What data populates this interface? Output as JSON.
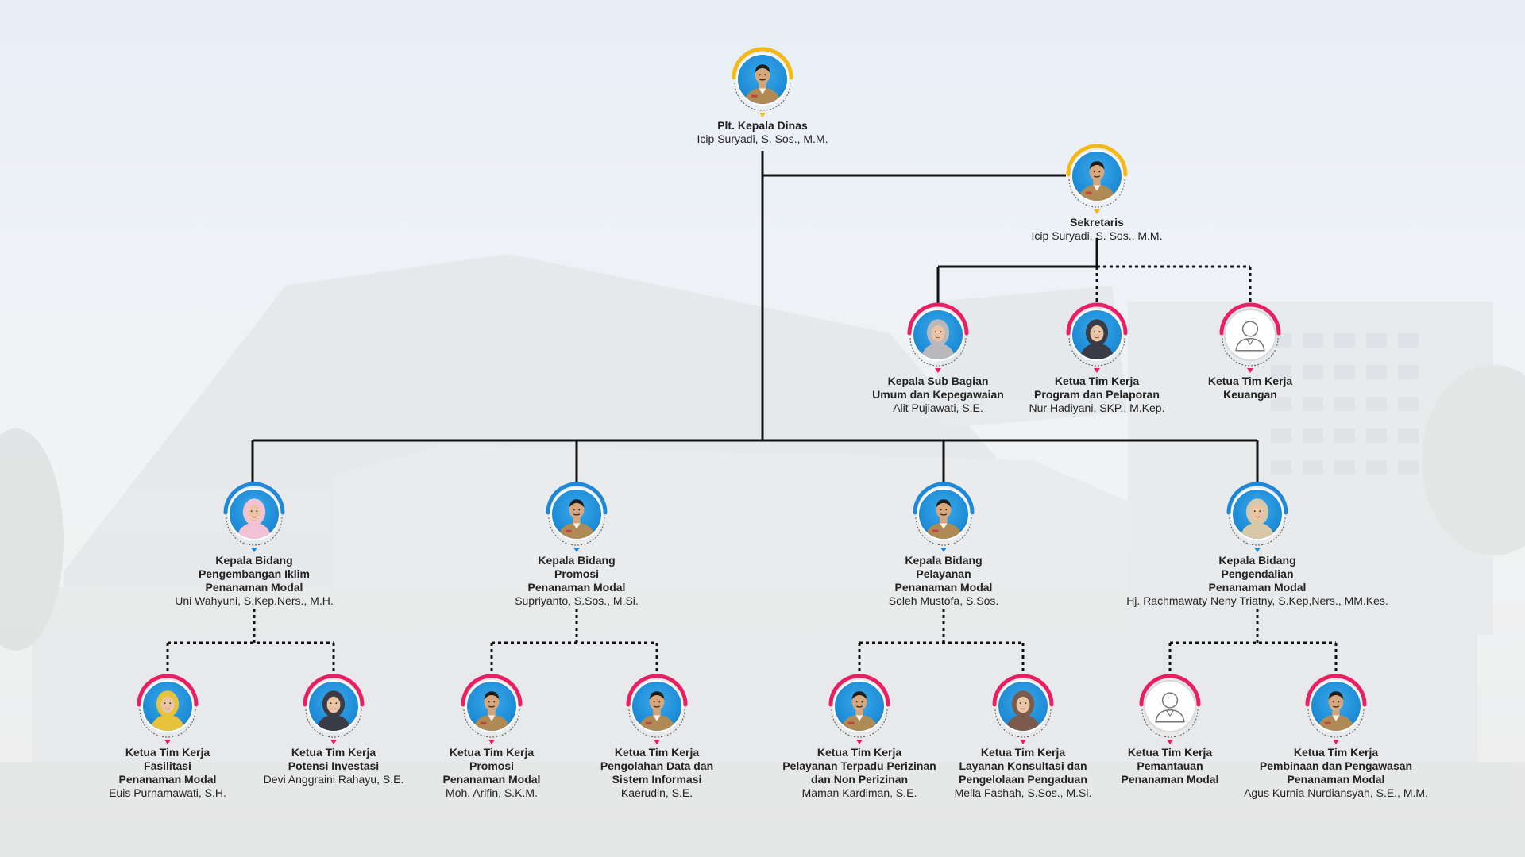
{
  "colors": {
    "gold": "#f5b915",
    "blue": "#1e88d6",
    "pink": "#e91e63",
    "line": "#111111"
  },
  "nodes": {
    "kepala": {
      "role": [
        "Plt. Kepala Dinas"
      ],
      "name": "Icip Suryadi, S. Sos., M.M."
    },
    "sekretaris": {
      "role": [
        "Sekretaris"
      ],
      "name": "Icip Suryadi, S. Sos., M.M."
    },
    "umum": {
      "role": [
        "Kepala Sub Bagian",
        "Umum dan Kepegawaian"
      ],
      "name": "Alit Pujiawati, S.E."
    },
    "program": {
      "role": [
        "Ketua Tim Kerja",
        "Program dan Pelaporan"
      ],
      "name": "Nur Hadiyani, SKP., M.Kep."
    },
    "keuangan": {
      "role": [
        "Ketua Tim Kerja",
        "Keuangan"
      ],
      "name": ""
    },
    "iklim": {
      "role": [
        "Kepala Bidang",
        "Pengembangan Iklim",
        "Penanaman Modal"
      ],
      "name": "Uni Wahyuni, S.Kep.Ners., M.H."
    },
    "promosi": {
      "role": [
        "Kepala Bidang",
        "Promosi",
        "Penanaman Modal"
      ],
      "name": "Supriyanto, S.Sos., M.Si."
    },
    "pelayanan": {
      "role": [
        "Kepala Bidang",
        "Pelayanan",
        "Penanaman Modal"
      ],
      "name": "Soleh Mustofa, S.Sos."
    },
    "pengendalian": {
      "role": [
        "Kepala Bidang",
        "Pengendalian",
        "Penanaman Modal"
      ],
      "name": "Hj. Rachmawaty Neny Triatny, S.Kep,Ners., MM.Kes."
    },
    "fasilitasi": {
      "role": [
        "Ketua Tim Kerja",
        "Fasilitasi",
        "Penanaman Modal"
      ],
      "name": "Euis Purnamawati, S.H."
    },
    "potensi": {
      "role": [
        "Ketua Tim Kerja",
        "Potensi Investasi"
      ],
      "name": "Devi Anggraini Rahayu, S.E."
    },
    "promosi_tim": {
      "role": [
        "Ketua Tim Kerja",
        "Promosi",
        "Penanaman Modal"
      ],
      "name": "Moh. Arifin, S.K.M."
    },
    "data": {
      "role": [
        "Ketua Tim Kerja",
        "Pengolahan Data dan",
        "Sistem Informasi"
      ],
      "name": "Kaerudin, S.E."
    },
    "terpadu": {
      "role": [
        "Ketua Tim Kerja",
        "Pelayanan Terpadu Perizinan",
        "dan Non Perizinan"
      ],
      "name": "Maman Kardiman, S.E."
    },
    "konsultasi": {
      "role": [
        "Ketua Tim Kerja",
        "Layanan Konsultasi dan",
        "Pengelolaan Pengaduan"
      ],
      "name": "Mella Fashah, S.Sos., M.Si."
    },
    "pemantauan": {
      "role": [
        "Ketua Tim Kerja",
        "Pemantauan",
        "Penanaman Modal"
      ],
      "name": ""
    },
    "pembinaan": {
      "role": [
        "Ketua Tim Kerja",
        "Pembinaan dan Pengawasan",
        "Penanaman Modal"
      ],
      "name": "Agus Kurnia Nurdiansyah, S.E., M.M."
    }
  }
}
